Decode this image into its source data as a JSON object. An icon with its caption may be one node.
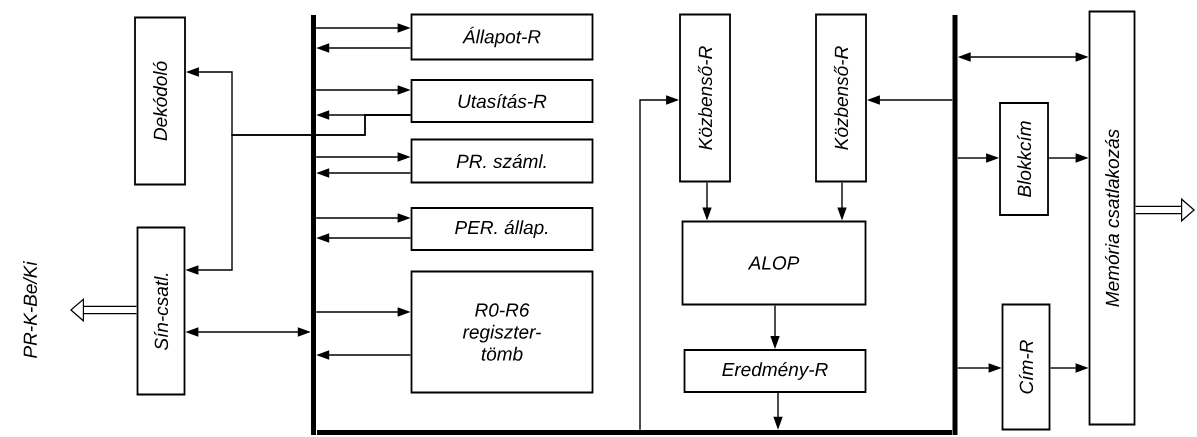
{
  "diagram": {
    "nodes": [
      {
        "text": [
          "Dekódoló"
        ]
      },
      {
        "text": [
          "Sín-csatl."
        ]
      },
      {
        "text": [],
        "shape": "bar"
      },
      {
        "text": [
          "Állapot-R"
        ]
      },
      {
        "text": [
          "Utasítás-R"
        ]
      },
      {
        "text": [
          "PR. száml."
        ]
      },
      {
        "text": [
          "PER. állap."
        ]
      },
      {
        "text": [
          "R0-R6 regiszter-tömb"
        ]
      },
      {
        "text": [
          "Közbenső-R"
        ]
      },
      {
        "text": [
          "Közbenső-R"
        ]
      },
      {
        "text": [
          "ALOP"
        ]
      },
      {
        "text": [
          "Eredmény-R"
        ]
      },
      {
        "text": [],
        "shape": "bar"
      },
      {
        "text": [],
        "shape": "bar"
      },
      {
        "text": [
          "Blokkcím"
        ]
      },
      {
        "text": [
          "Cím-R"
        ]
      },
      {
        "text": [
          "Memória csatlakozás"
        ]
      }
    ],
    "edges": [
      {
        "from": 1,
        "to": null,
        "arrow": "to",
        "style": "thick"
      },
      {
        "from": 2,
        "to": 3,
        "arrow": "to"
      },
      {
        "from": 3,
        "to": 2,
        "arrow": "to"
      },
      {
        "from": 2,
        "to": 4,
        "arrow": "to"
      },
      {
        "from": 4,
        "to": 2,
        "arrow": "to"
      },
      {
        "from": 4,
        "to": 0,
        "arrow": "to"
      },
      {
        "from": 4,
        "to": 1,
        "arrow": "to"
      },
      {
        "from": 2,
        "to": 5,
        "arrow": "to"
      },
      {
        "from": 5,
        "to": 2,
        "arrow": "to"
      },
      {
        "from": 2,
        "to": 6,
        "arrow": "to"
      },
      {
        "from": 6,
        "to": 2,
        "arrow": "to"
      },
      {
        "from": 2,
        "to": 7,
        "arrow": "to"
      },
      {
        "from": 7,
        "to": 2,
        "arrow": "to"
      },
      {
        "from": 1,
        "to": 2,
        "arrow": "both"
      },
      {
        "from": 12,
        "to": 8,
        "arrow": "to"
      },
      {
        "from": 13,
        "to": 9,
        "arrow": "to"
      },
      {
        "from": 8,
        "to": 10,
        "arrow": "to"
      },
      {
        "from": 9,
        "to": 10,
        "arrow": "to"
      },
      {
        "from": 10,
        "to": 11,
        "arrow": "to"
      },
      {
        "from": 11,
        "to": 12,
        "arrow": "to"
      },
      {
        "from": 13,
        "to": 16,
        "arrow": "both"
      },
      {
        "from": 13,
        "to": 14,
        "arrow": "to"
      },
      {
        "from": 14,
        "to": 16,
        "arrow": "to"
      },
      {
        "from": 13,
        "to": 15,
        "arrow": "to"
      },
      {
        "from": 15,
        "to": 16,
        "arrow": "to"
      },
      {
        "from": 16,
        "to": null,
        "arrow": "to",
        "style": "thick"
      }
    ],
    "labels": [
      "PR-K-Be/Ki"
    ]
  }
}
